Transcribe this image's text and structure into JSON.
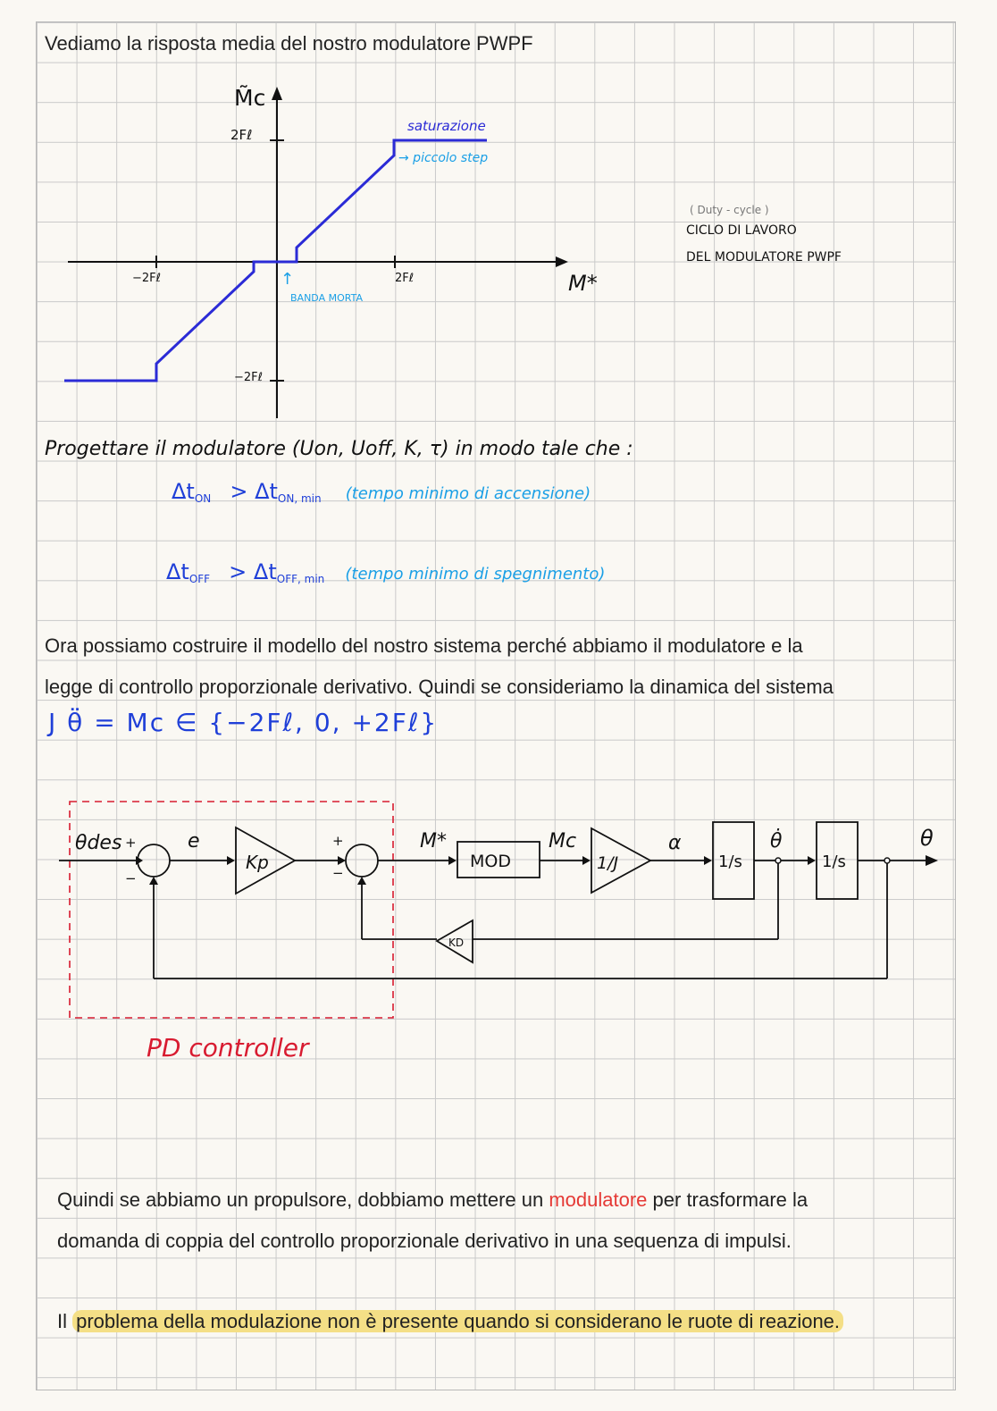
{
  "intro_text": "Vediamo la risposta media del nostro modulatore PWPF",
  "graph": {
    "y_axis_label": "M̃c",
    "x_axis_label": "M*",
    "tick_2Fl": "2Fℓ",
    "tick_minus_2Fl": "−2Fℓ",
    "saturation_label": "saturazione",
    "small_step_label": "→ piccolo step",
    "dead_band_label": "BANDA MORTA",
    "dead_band_arrow": "↑",
    "duty_cycle_note": "( Duty - cycle )",
    "work_cycle_line1": "CICLO DI LAVORO",
    "work_cycle_line2": "DEL MODULATORE PWPF"
  },
  "design": {
    "statement": "Progettare il modulatore (Uon, Uoff, K, τ) in modo tale che :",
    "cond_on": "Δt",
    "cond_on_sub": "ON",
    "cond_on_rhs": "> Δt",
    "cond_on_rhs_sub": "ON, min",
    "cond_on_note": "(tempo minimo di accensione)",
    "cond_off": "Δt",
    "cond_off_sub": "OFF",
    "cond_off_rhs": "> Δt",
    "cond_off_rhs_sub": "OFF, min",
    "cond_off_note": "(tempo minimo di spegnimento)"
  },
  "model_text_1": "Ora possiamo costruire il modello del nostro sistema perché abbiamo il modulatore e la",
  "model_text_2": "legge di controllo proporzionale derivativo. Quindi se consideriamo la dinamica del sistema",
  "dynamics_eq": "J θ̈ = Mc ∈ {−2Fℓ, 0, +2Fℓ}",
  "block_diagram": {
    "input": "θdes",
    "error": "e",
    "kp": "Kp",
    "mod_input": "M*",
    "mod": "MOD",
    "mc": "Mc",
    "inv_j": "1/J",
    "alpha": "α",
    "integrator": "1/s",
    "theta_dot": "θ̇",
    "output": "θ",
    "kd": "KD",
    "plus": "+",
    "minus": "−",
    "pd_label": "PD controller"
  },
  "colors": {
    "graph_line": "#2b2bd6",
    "annotation_blue": "#1a9fe6",
    "handwriting_blue": "#1f3fd8",
    "pd_red": "#d81b30",
    "highlight": "#f4df86"
  },
  "conclusion_1_before": "Quindi se abbiamo un propulsore, dobbiamo mettere un ",
  "conclusion_1_red": "modulatore",
  "conclusion_1_after": " per trasformare la",
  "conclusion_2": "domanda di coppia del controllo proporzionale derivativo in una sequenza di impulsi.",
  "final_prefix": "Il ",
  "final_highlight": "problema della modulazione non è presente quando si considerano le ruote di reazione."
}
